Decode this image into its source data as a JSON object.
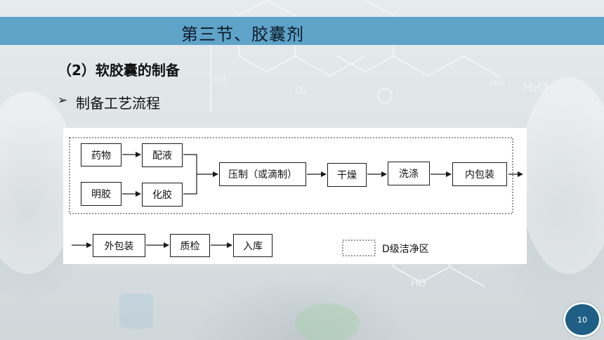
{
  "slide": {
    "title": "第三节、胶囊剂",
    "subheading": "（2）软胶囊的制备",
    "bullet_symbol": "➢",
    "bullet_text": "制备工艺流程",
    "page_number": "10"
  },
  "flow": {
    "nodes": {
      "drug": "药物",
      "prep_liquid": "配液",
      "gelatin": "明胶",
      "melt_gelatin": "化胶",
      "press": "压制（或滴制）",
      "dry": "干燥",
      "wash": "洗涤",
      "inner_pack": "内包装",
      "outer_pack": "外包装",
      "inspect": "质检",
      "storage": "入库"
    },
    "legend": "D级洁净区"
  },
  "colors": {
    "title_bar": "#5fa3c9",
    "page_badge": "#1f5f86"
  }
}
